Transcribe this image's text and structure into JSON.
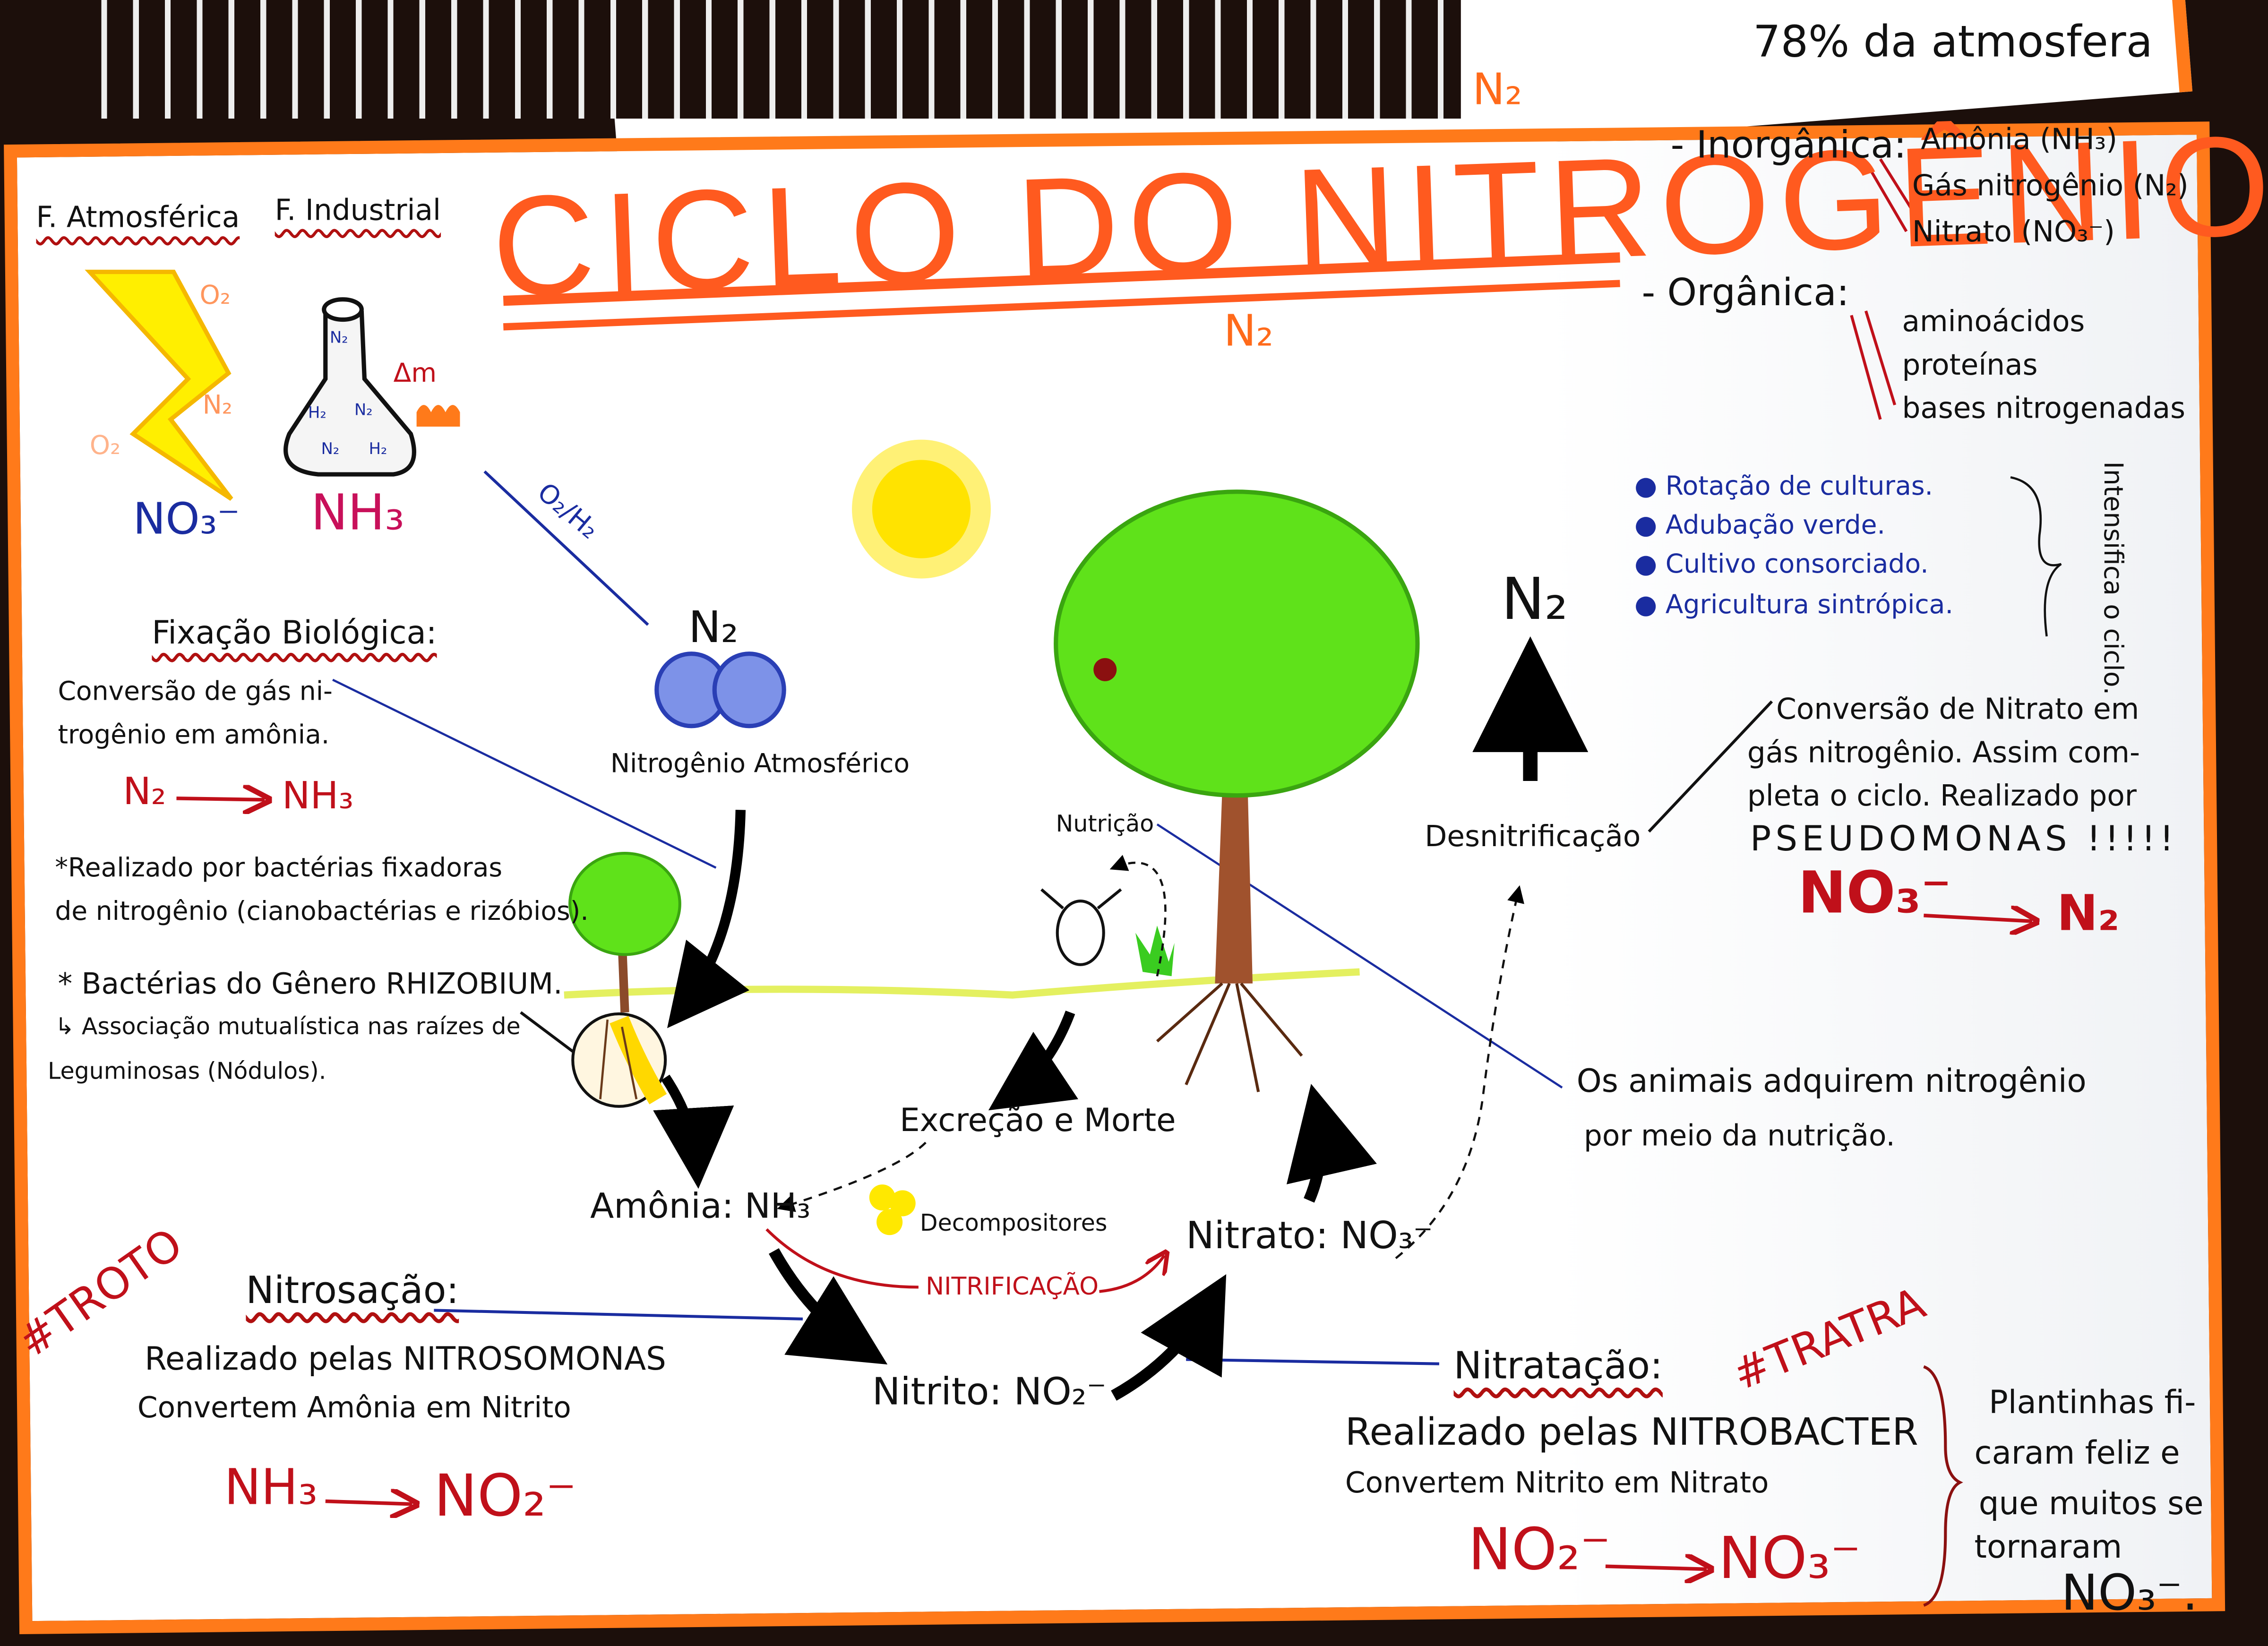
{
  "title": "CICLO DO NITROGÊNIO",
  "n2_top": "N₂",
  "n2_under_title": "N₂",
  "atmosphere_note": "78% da atmosfera",
  "forms": {
    "inorganic_label": "- Inorgânica:",
    "inorganic_items": [
      "Amônia (NH₃)",
      "Gás nitrogênio (N₂)",
      "Nitrato (NO₃⁻)"
    ],
    "organic_label": "- Orgânica:",
    "organic_items": [
      "aminoácidos",
      "proteínas",
      "bases nitrogenadas"
    ]
  },
  "practices": {
    "items": [
      "Rotação de culturas.",
      "Adubação verde.",
      "Cultivo consorciado.",
      "Agricultura sintrópica."
    ],
    "bracket_label": "Intensifica o ciclo."
  },
  "fixation": {
    "atmospheric_label": "F. Atmosférica",
    "industrial_label": "F. Industrial",
    "lightning_product": "NO₃⁻",
    "industrial_product": "NH₃",
    "flask_contents": [
      "N₂",
      "H₂",
      "N₂",
      "N₂",
      "H₂"
    ],
    "heat_label": "Δm",
    "lightning_gases": [
      "O₂",
      "N₂",
      "O₂"
    ],
    "line_label": "O₂/H₂"
  },
  "atmospheric_nitrogen": {
    "formula": "N₂",
    "label": "Nitrogênio Atmosférico"
  },
  "biological_fixation": {
    "heading": "Fixação Biológica:",
    "description": [
      "Conversão de gás ni-",
      "trogênio em amônia."
    ],
    "reaction": {
      "from": "N₂",
      "to": "NH₃"
    },
    "notes": [
      "*Realizado por bactérias fixadoras",
      "de nitrogênio (cianobactérias e rizóbios).",
      "* Bactérias do Gênero RHIZOBIUM.",
      "↳ Associação mutualística nas raízes de",
      "Leguminosas (Nódulos)."
    ]
  },
  "denitrification": {
    "n2": "N₂",
    "label": "Desnitrificação",
    "description": [
      "Conversão de Nitrato em",
      "gás nitrogênio. Assim com-",
      "pleta o ciclo. Realizado por",
      "PSEUDOMONAS !!!!!"
    ],
    "reaction": {
      "from": "NO₃⁻",
      "to": "N₂"
    }
  },
  "cycle": {
    "nutrition": "Nutrição",
    "excretion": "Excreção e Morte",
    "decomposers": "Decompositores",
    "ammonia": "Amônia: NH₃",
    "nitrification": "NITRIFICAÇÃO",
    "nitrate": "Nitrato: NO₃⁻",
    "nitrite": "Nitrito: NO₂⁻"
  },
  "animals_note": [
    "Os animais adquirem nitrogênio",
    "por meio da nutrição."
  ],
  "nitrosation": {
    "hashtag": "#TROTO",
    "heading": "Nitrosação:",
    "lines": [
      "Realizado pelas NITROSOMONAS",
      "Convertem Amônia em Nitrito"
    ],
    "reaction": {
      "from": "NH₃",
      "to": "NO₂⁻"
    }
  },
  "nitratation": {
    "hashtag": "#TRATRA",
    "heading": "Nitratação:",
    "lines": [
      "Realizado pelas NITROBACTER",
      "Convertem Nitrito em Nitrato"
    ],
    "reaction": {
      "from": "NO₂⁻",
      "to": "NO₃⁻"
    },
    "side_note": [
      "Plantinhas fi-",
      "caram feliz e",
      "que muitos se",
      "tornaram",
      "NO₃⁻."
    ]
  },
  "colors": {
    "title": "#ff5a1f",
    "border": "#ff7a1a",
    "reaction": "#c0101a",
    "notes_blue": "#1a2ca0",
    "leaf": "#5fe21a",
    "sun": "#ffe81a"
  }
}
